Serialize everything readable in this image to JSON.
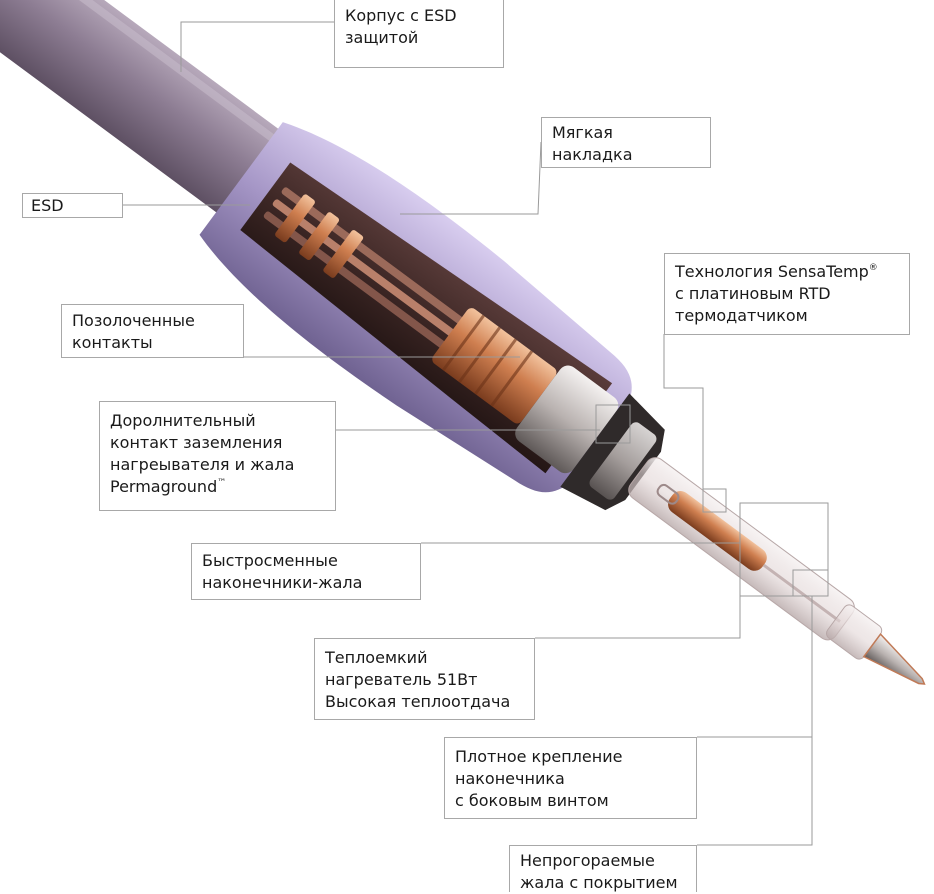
{
  "callouts": [
    {
      "id": "housing",
      "lines": [
        "Корпус с ESD",
        "защитой"
      ]
    },
    {
      "id": "soft-grip",
      "lines": [
        "Мягкая",
        "накладка"
      ]
    },
    {
      "id": "esd",
      "lines": [
        "ESD"
      ]
    },
    {
      "id": "sensatemp",
      "lines": [
        "Технология SensaTemp",
        "с платиновым RTD",
        "термодатчиком"
      ],
      "mark": "®"
    },
    {
      "id": "gold-contacts",
      "lines": [
        "Позолоченные",
        "контакты"
      ]
    },
    {
      "id": "permaground",
      "lines": [
        "Доролнительный",
        "контакт заземления",
        "нагреывателя и жала",
        "Permaground"
      ],
      "mark": "™"
    },
    {
      "id": "quick-tips",
      "lines": [
        "Быстросменные",
        "наконечники-жала"
      ]
    },
    {
      "id": "heater",
      "lines": [
        "Теплоемкий",
        "нагреватель 51Вт",
        "Высокая теплоотдача"
      ]
    },
    {
      "id": "screw-mount",
      "lines": [
        "Плотное крепление",
        "наконечника",
        "с боковым винтом"
      ]
    },
    {
      "id": "coated-tips",
      "lines": [
        "Непрогораемые",
        "жала с покрытием"
      ]
    }
  ],
  "colors": {
    "handle": "#8e7e95",
    "soft_grip": "#a99ac8",
    "copper": "#c7794e",
    "leader": "#9a9a9a"
  }
}
